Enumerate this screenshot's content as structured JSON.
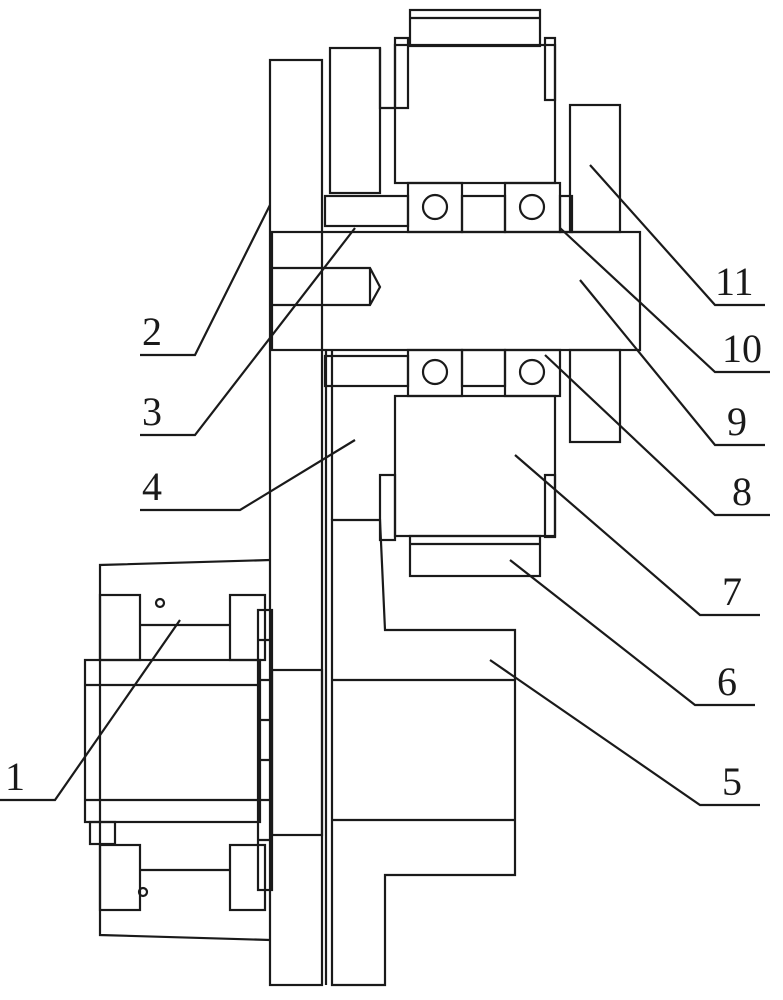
{
  "diagram": {
    "type": "mechanical-drawing",
    "line_color": "#1a1a1a",
    "labels": [
      {
        "id": "1",
        "text": "1"
      },
      {
        "id": "2",
        "text": "2"
      },
      {
        "id": "3",
        "text": "3"
      },
      {
        "id": "4",
        "text": "4"
      },
      {
        "id": "5",
        "text": "5"
      },
      {
        "id": "6",
        "text": "6"
      },
      {
        "id": "7",
        "text": "7"
      },
      {
        "id": "8",
        "text": "8"
      },
      {
        "id": "9",
        "text": "9"
      },
      {
        "id": "10",
        "text": "10"
      },
      {
        "id": "11",
        "text": "11"
      }
    ]
  }
}
